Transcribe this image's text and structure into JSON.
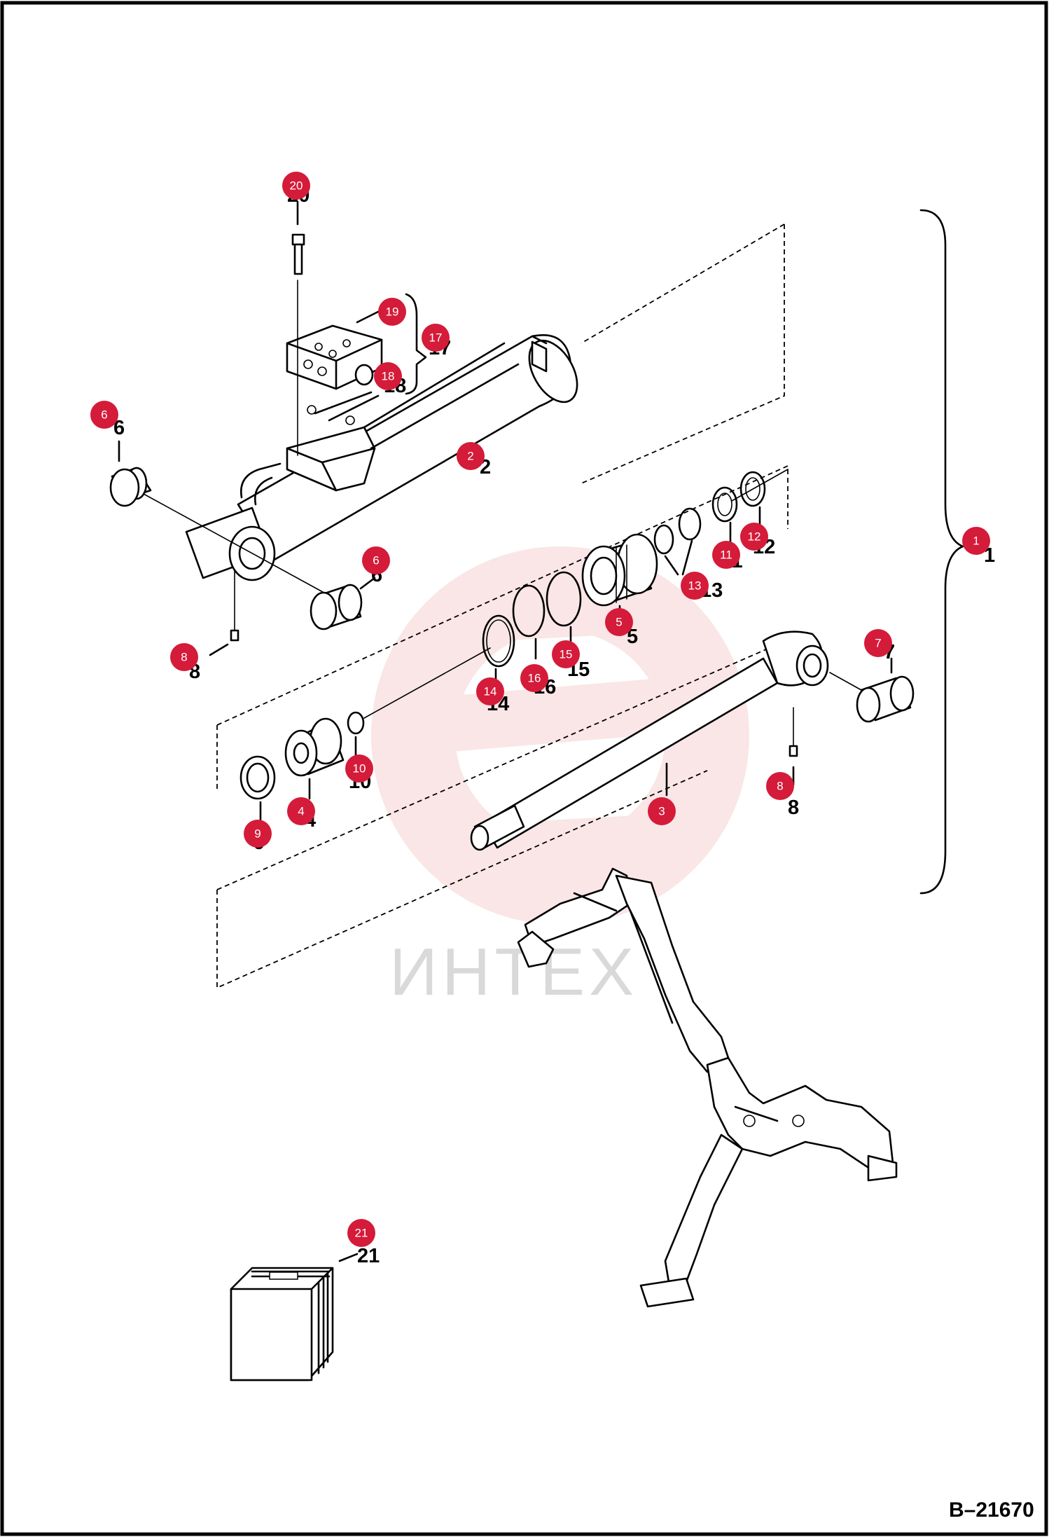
{
  "diagram": {
    "reference_code": "B–21670",
    "watermark_text": "ИНТЕХ",
    "parts": [
      {
        "id": "1",
        "label": "1"
      },
      {
        "id": "2",
        "label": "2"
      },
      {
        "id": "3",
        "label": "3"
      },
      {
        "id": "4",
        "label": "4"
      },
      {
        "id": "5",
        "label": "5"
      },
      {
        "id": "6a",
        "label": "6"
      },
      {
        "id": "6b",
        "label": "6"
      },
      {
        "id": "7",
        "label": "7"
      },
      {
        "id": "8a",
        "label": "8"
      },
      {
        "id": "8b",
        "label": "8"
      },
      {
        "id": "9",
        "label": "9"
      },
      {
        "id": "10",
        "label": "10"
      },
      {
        "id": "11",
        "label": "11"
      },
      {
        "id": "12",
        "label": "12"
      },
      {
        "id": "13",
        "label": "13"
      },
      {
        "id": "14",
        "label": "14"
      },
      {
        "id": "15",
        "label": "15"
      },
      {
        "id": "16",
        "label": "16"
      },
      {
        "id": "17",
        "label": "17"
      },
      {
        "id": "18",
        "label": "18"
      },
      {
        "id": "19",
        "label": "19"
      },
      {
        "id": "20",
        "label": "20"
      },
      {
        "id": "21",
        "label": "21"
      }
    ],
    "colors": {
      "badge": "#d41b39",
      "line": "#000000",
      "watermark": "#f3c7c7"
    }
  }
}
